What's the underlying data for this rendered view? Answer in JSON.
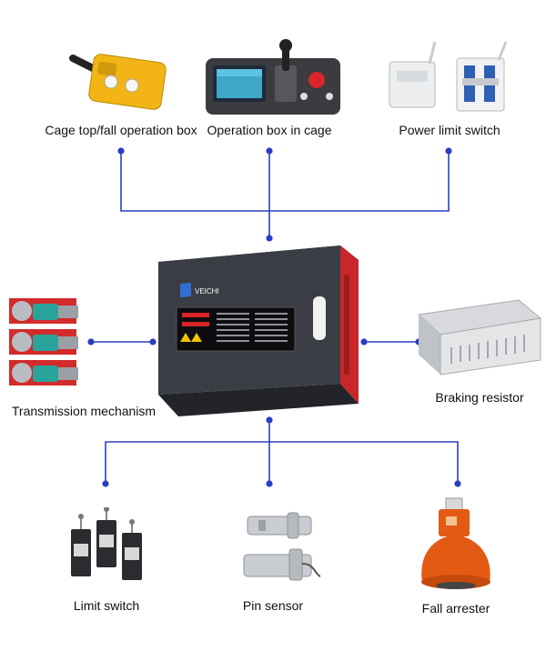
{
  "components": {
    "cage_top_box": "Cage top/fall operation box",
    "operation_box": "Operation box in cage",
    "power_limit_switch": "Power limit switch",
    "transmission": "Transmission mechanism",
    "braking_resistor": "Braking resistor",
    "limit_switch": "Limit switch",
    "pin_sensor": "Pin sensor",
    "fall_arrester": "Fall arrester"
  },
  "controller": {
    "brand": "VEICHI"
  },
  "colors": {
    "wire": "#2a3fbf",
    "cabinet": "#3b3d44",
    "accent_red": "#c8262a",
    "pendant_yellow": "#f2b515",
    "arrester_orange": "#e25a14"
  }
}
